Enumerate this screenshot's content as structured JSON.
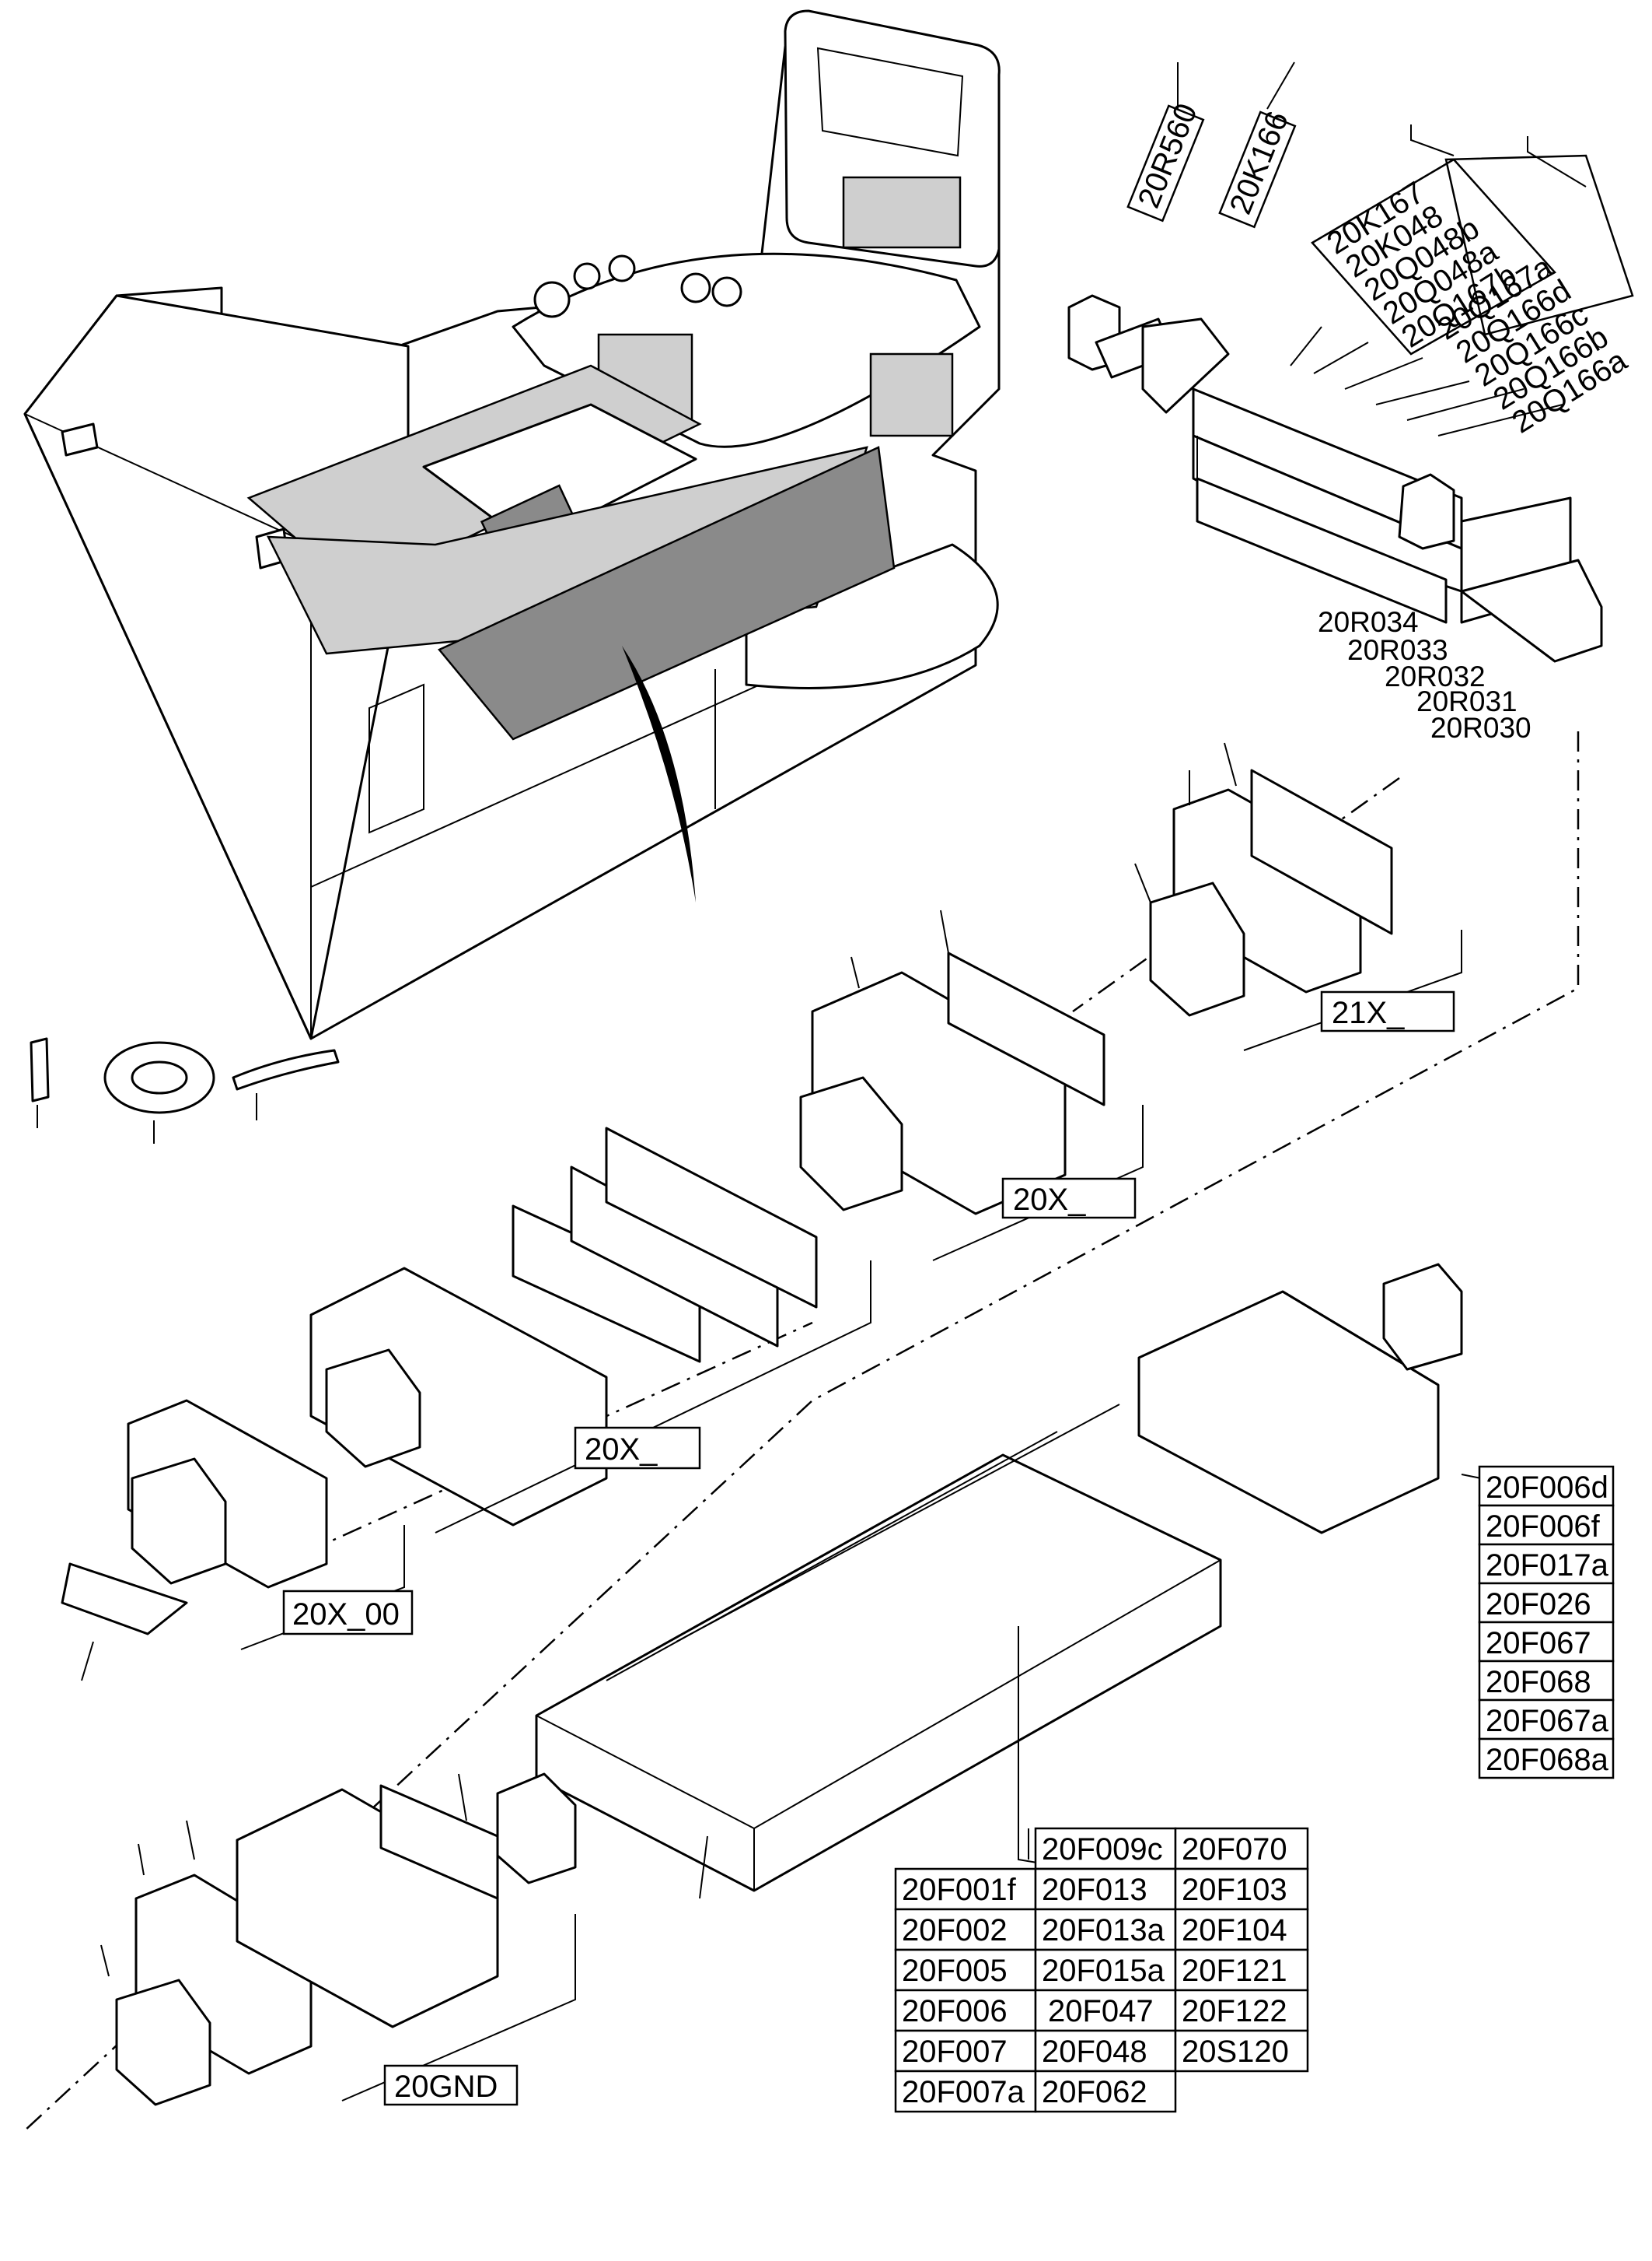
{
  "group_labels": {
    "x21": "21X_",
    "x20_upper": "20X_",
    "x20_lower": "20X_",
    "x20_00": "20X_00",
    "gnd": "20GND"
  },
  "relay_labels": [
    "20R560",
    "20K166"
  ],
  "diagonal_labels": [
    "20K167",
    "20K048",
    "20Q048b",
    "20Q048a",
    "20Q167b",
    "20Q167a",
    "20Q166d",
    "20Q166c",
    "20Q166b",
    "20Q166a"
  ],
  "resistor_labels": [
    "20R034",
    "20R033",
    "20R032",
    "20R031",
    "20R030"
  ],
  "fuse_labels_right": [
    "20F006d",
    "20F006f",
    "20F017a",
    "20F026",
    "20F067",
    "20F068",
    "20F067a",
    "20F068a"
  ],
  "fuse_table": {
    "col1": [
      "20F001f",
      "20F002",
      "20F005",
      "20F006",
      "20F007",
      "20F007a"
    ],
    "col2": [
      "20F009c",
      "20F013",
      "20F013a",
      "20F015a",
      "20F047",
      "20F048",
      "20F062"
    ],
    "col3": [
      "20F070",
      "20F103",
      "20F104",
      "20F121",
      "20F122",
      "20S120"
    ]
  }
}
